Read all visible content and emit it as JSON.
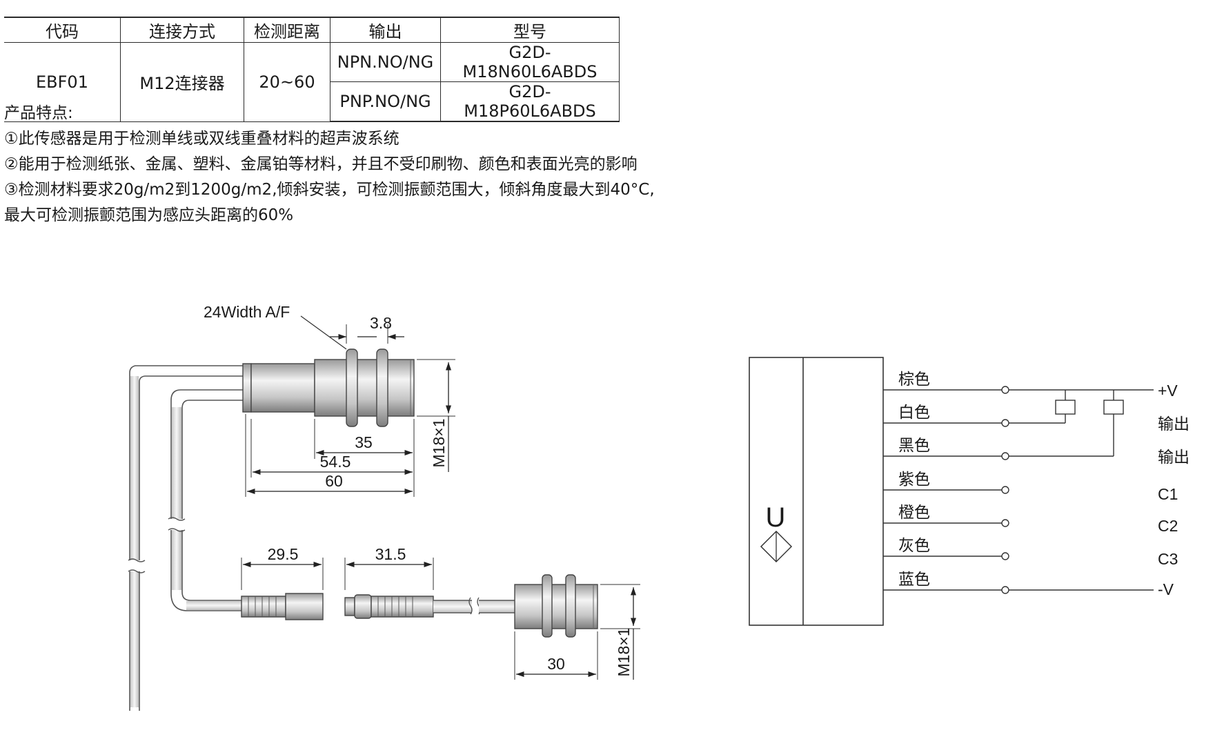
{
  "table": {
    "headers": [
      "代码",
      "连接方式",
      "检测距离",
      "输出",
      "型号"
    ],
    "code": "EBF01",
    "connection": "M12连接器",
    "distance": "20~60",
    "rows": [
      {
        "output": "NPN.NO/NG",
        "model": "G2D-M18N60L6ABDS"
      },
      {
        "output": "PNP.NO/NG",
        "model": "G2D-M18P60L6ABDS"
      }
    ]
  },
  "features": {
    "title": "产品特点:",
    "lines": [
      "①此传感器是用于检测单线或双线重叠材料的超声波系统",
      "②能用于检测纸张、金属、塑料、金属铂等材料，并且不受印刷物、颜色和表面光亮的影响",
      "③检测材料要求20g/m2到1200g/m2,倾斜安装，可检测振颤范围大，倾斜角度最大到40°C,",
      "最大可检测振颤范围为感应头距离的60%"
    ]
  },
  "drawing": {
    "hex_label": "24Width A/F",
    "dim_nut": "3.8",
    "dim_35": "35",
    "dim_545": "54.5",
    "dim_60": "60",
    "thread_top": "M18×1",
    "dim_295": "29.5",
    "dim_315": "31.5",
    "dim_30": "30",
    "thread_bottom": "M18×1"
  },
  "wiring": {
    "symbol": "U",
    "wires": [
      "棕色",
      "白色",
      "黑色",
      "紫色",
      "橙色",
      "灰色",
      "蓝色"
    ],
    "terminals": [
      "+V",
      "输出",
      "输出",
      "C1",
      "C2",
      "C3",
      "-V"
    ]
  }
}
